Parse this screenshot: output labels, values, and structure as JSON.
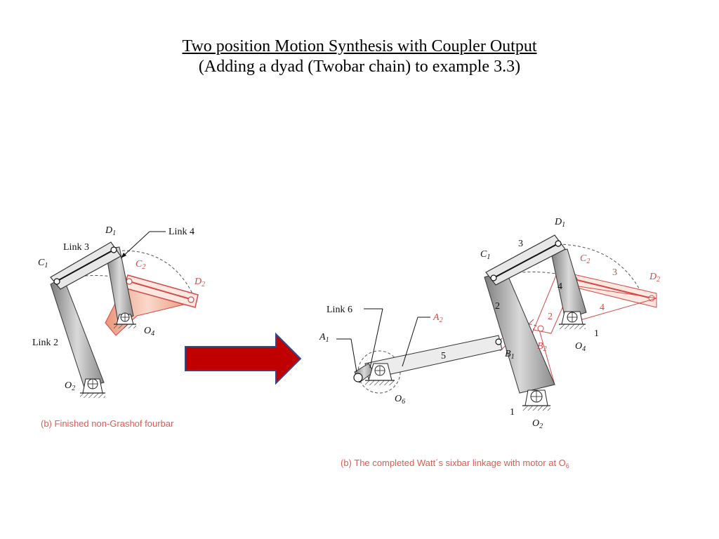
{
  "header": {
    "title": "Two position Motion Synthesis with Coupler Output",
    "subtitle": "(Adding a dyad (Twobar chain) to example 3.3)"
  },
  "left_figure": {
    "labels": {
      "d1": "D",
      "d1_sub": "1",
      "link4": "Link 4",
      "link3": "Link 3",
      "c1": "C",
      "c1_sub": "1",
      "c2": "C",
      "c2_sub": "2",
      "d2": "D",
      "d2_sub": "2",
      "o4": "O",
      "o4_sub": "4",
      "link2": "Link 2",
      "o2": "O",
      "o2_sub": "2"
    },
    "caption": "(b)  Finished non-Grashof fourbar"
  },
  "arrow": {
    "color": "#c00000",
    "border": "#2e4a8a"
  },
  "right_figure": {
    "labels": {
      "d1": "D",
      "d1_sub": "1",
      "three": "3",
      "c1": "C",
      "c1_sub": "1",
      "c2": "C",
      "c2_sub": "2",
      "three_red": "3",
      "d2": "D",
      "d2_sub": "2",
      "four": "4",
      "two": "2",
      "two_red": "2",
      "four_red": "4",
      "one_right": "1",
      "link6": "Link 6",
      "a2": "A",
      "a2_sub": "2",
      "a1": "A",
      "a1_sub": "1",
      "five": "5",
      "b1": "B",
      "b1_sub": "1",
      "b2": "B",
      "b2_sub": "2",
      "o4": "O",
      "o4_sub": "4",
      "o6": "O",
      "o6_sub": "6",
      "one_bottom": "1",
      "o2": "O",
      "o2_sub": "2"
    },
    "caption": "(b)  The completed Watt´s sixbar linkage with motor at O",
    "caption_sub": "6"
  },
  "colors": {
    "link_gray": "#9a9a9a",
    "link_light": "#e2e2e2",
    "red": "#d24a4a",
    "red_fill": "#f2b8a6"
  }
}
